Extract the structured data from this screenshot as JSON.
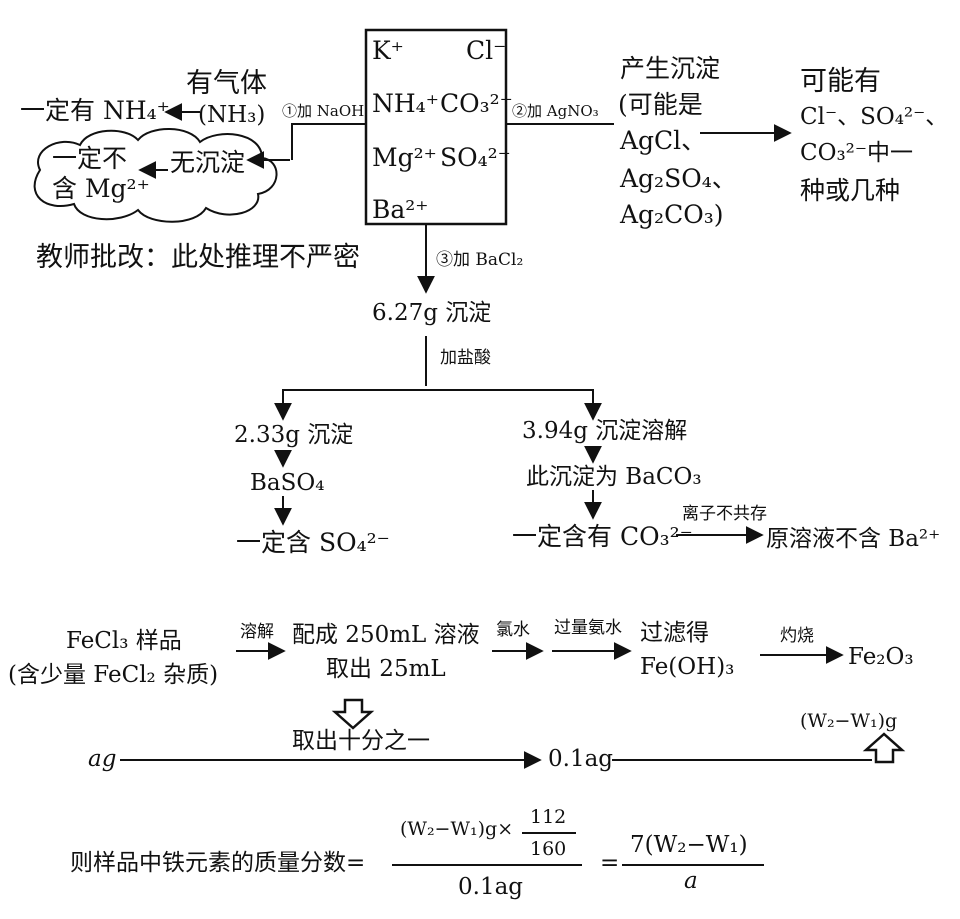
{
  "ions": {
    "k": "K⁺",
    "cl": "Cl⁻",
    "nh4": "NH₄⁺",
    "co3": "CO₃²⁻",
    "mg": "Mg²⁺",
    "so4": "SO₄²⁻",
    "ba": "Ba²⁺"
  },
  "left": {
    "gas1": "有气体",
    "gas2": "(NH₃)",
    "has_nh4": "一定有 NH₄⁺",
    "no_ppt": "无沉淀",
    "cloud1": "一定不",
    "cloud2": "含 Mg²⁺",
    "teacher": "教师批改：此处推理不严密",
    "step1": "①加 NaOH"
  },
  "right": {
    "step2": "②加 AgNO₃",
    "ppt": [
      "产生沉淀",
      "(可能是",
      "AgCl、",
      "Ag₂SO₄、",
      "Ag₂CO₃)"
    ],
    "maybe": [
      "可能有",
      "Cl⁻、SO₄²⁻、",
      "CO₃²⁻中一",
      "种或几种"
    ]
  },
  "down": {
    "step3": "③加 BaCl₂",
    "ppt_total": "6.27g 沉淀",
    "hcl": "加盐酸",
    "left_ppt": "2.33g 沉淀",
    "baso4": "BaSO₄",
    "has_so4": "一定含 SO₄²⁻",
    "right_ppt": "3.94g 沉淀溶解",
    "baco3": "此沉淀为 BaCO₃",
    "has_co3": "一定含有 CO₃²⁻",
    "coexist": "离子不共存",
    "no_ba": "原溶液不含 Ba²⁺"
  },
  "fecl3": {
    "sample1": "FeCl₃ 样品",
    "sample2": "(含少量 FeCl₂ 杂质)",
    "dissolve": "溶解",
    "make1": "配成 250mL 溶液",
    "make2": "取出 25mL",
    "cl2": "氯水",
    "nh3": "过量氨水",
    "filter1": "过滤得",
    "filter2": "Fe(OH)₃",
    "burn": "灼烧",
    "fe2o3": "Fe₂O₃",
    "w": "(W₂−W₁)g",
    "ag": "ag",
    "tenth": "取出十分之一",
    "tenth_ag": "0.1ag"
  },
  "formula": {
    "label": "则样品中铁元素的质量分数=",
    "num_w": "(W₂−W₁)g×",
    "frac_num": "112",
    "frac_den": "160",
    "den": "0.1ag",
    "eq": "=",
    "res_num": "7(W₂−W₁)",
    "res_den": "a"
  }
}
